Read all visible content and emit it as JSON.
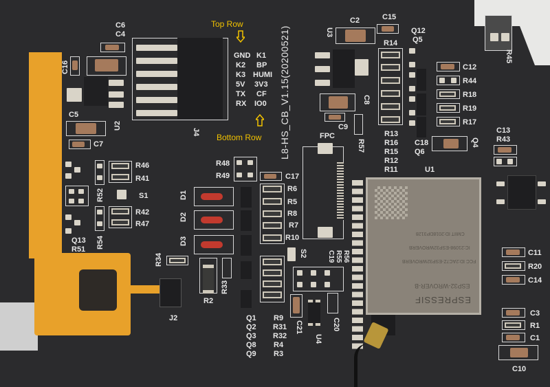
{
  "image": {
    "subject": "Printed circuit board (black solder mask) with ESP32 module",
    "board_label": "L8-HS_CB_V1.15(20200521)",
    "annotations": {
      "top_row": "Top Row",
      "bottom_row": "Bottom Row",
      "annotation_color": "#f2c200"
    },
    "connector_j4": {
      "designator": "J4",
      "pin_labels_left": [
        "GND",
        "K2",
        "K3",
        "5V",
        "TX",
        "RX"
      ],
      "pin_labels_right": [
        "K1",
        "BP",
        "HUMI",
        "3V3",
        "CF",
        "IO0"
      ]
    },
    "module": {
      "designator": "U1",
      "brand": "ESPRESSIF",
      "model": "ESP32-WROVER-B",
      "fcc_id": "FCC ID:2AC7Z-ESP32WROVERB",
      "ic": "IC:21098-ESP32WROVERB",
      "cmiit": "CMIIT ID:2018DP3128"
    },
    "fpc": {
      "label": "FPC"
    },
    "designators": {
      "top_left": [
        "C6",
        "C4",
        "C16",
        "C5",
        "C7",
        "U2"
      ],
      "top_middle": [
        "U3",
        "C2",
        "C15",
        "R14",
        "C8",
        "C9",
        "R57"
      ],
      "top_right": [
        "Q12",
        "Q5",
        "C12",
        "R44",
        "R18",
        "R19",
        "R17",
        "C18",
        "Q6",
        "Q4",
        "C13",
        "R43",
        "R45"
      ],
      "resistor_stack": [
        "R13",
        "R16",
        "R15",
        "R12",
        "R11"
      ],
      "left_middle": [
        "R46",
        "R41",
        "R52",
        "S1",
        "R42",
        "R47",
        "Q13",
        "R51",
        "R54"
      ],
      "center": [
        "R48",
        "R49",
        "C17",
        "R6",
        "R5",
        "R8",
        "R7",
        "R10",
        "D1",
        "D2",
        "D3",
        "S2"
      ],
      "center_lower": [
        "R34",
        "R33",
        "R2",
        "J2",
        "R56",
        "R55",
        "C19",
        "C21",
        "U4",
        "C20"
      ],
      "q_stack": [
        "Q1",
        "Q2",
        "Q3",
        "Q8",
        "Q9"
      ],
      "r_stack": [
        "R9",
        "R31",
        "R32",
        "R4",
        "R3"
      ],
      "right_lower": [
        "C11",
        "R20",
        "C14",
        "C3",
        "R1",
        "C1",
        "C10"
      ]
    },
    "colors": {
      "solder_mask": "#2b2b2d",
      "silkscreen": "#e8e8e8",
      "flex_cable": "#e8a12a",
      "module_shield": "#8a8379"
    }
  }
}
